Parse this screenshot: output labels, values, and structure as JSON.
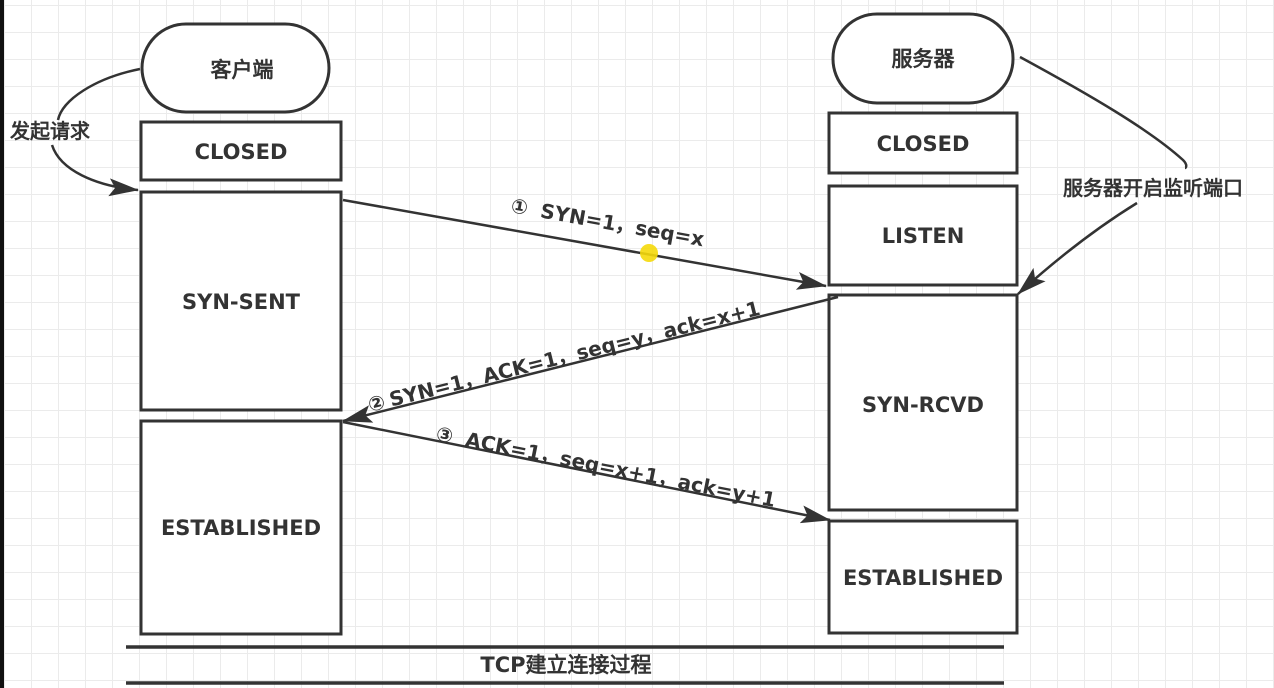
{
  "diagram": {
    "title": "TCP建立连接过程",
    "client": {
      "header": "客户端",
      "states": [
        "CLOSED",
        "SYN-SENT",
        "ESTABLISHED"
      ],
      "annotation": "发起请求"
    },
    "server": {
      "header": "服务器",
      "states": [
        "CLOSED",
        "LISTEN",
        "SYN-RCVD",
        "ESTABLISHED"
      ],
      "annotation": "服务器开启监听端口"
    },
    "messages": [
      {
        "step": "①",
        "text": "SYN=1，seq=x",
        "from": "client",
        "to": "server"
      },
      {
        "step": "②",
        "text": "SYN=1，ACK=1，seq=y，ack=x+1",
        "from": "server",
        "to": "client"
      },
      {
        "step": "③",
        "text": "ACK=1，seq=x+1，ack=y+1",
        "from": "client",
        "to": "server"
      }
    ],
    "cursor_highlight_color": "#f5d90a",
    "stroke_color": "#333333"
  }
}
